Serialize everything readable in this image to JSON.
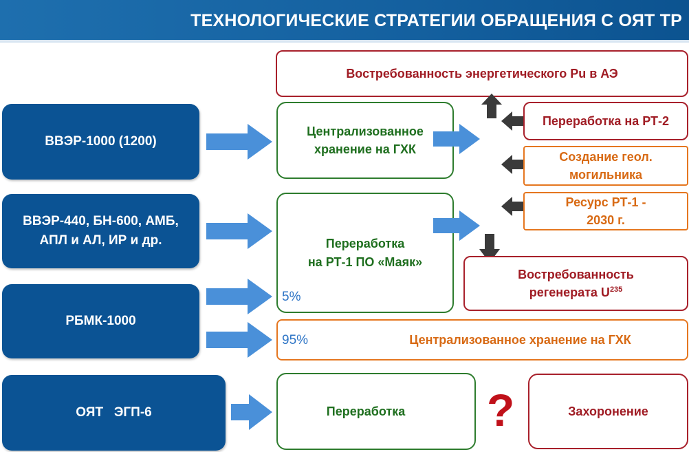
{
  "title": "ТЕХНОЛОГИЧЕСКИЕ СТРАТЕГИИ ОБРАЩЕНИЯ С ОЯТ ТР",
  "sources": [
    {
      "lines": [
        "ВВЭР-1000 (1200)"
      ]
    },
    {
      "lines": [
        "ВВЭР-440, БН-600, АМБ,",
        "АПЛ и АЛ, ИР и др."
      ]
    },
    {
      "lines": [
        "РБМК-1000"
      ]
    },
    {
      "lines": [
        "ОЯТ   ЭГП-6"
      ]
    }
  ],
  "central_storage": {
    "lines": [
      "Централизованное",
      "хранение на ГХК"
    ]
  },
  "reprocessing_rt1": {
    "lines": [
      "Переработка",
      "на РТ-1 ПО «Маяк»"
    ]
  },
  "pu_demand": "Востребованность энергетического Pu в АЭ",
  "rt2": "Переработка на РТ-2",
  "geo_repository": {
    "lines": [
      "Создание геол.",
      "могильника"
    ]
  },
  "rt1_resource": {
    "lines": [
      "Ресурс РТ-1 -",
      "2030 г."
    ]
  },
  "regenerate": {
    "line1": "Востребованность",
    "line2": "регенерата U",
    "sup": "235"
  },
  "rbmk_storage": "Централизованное хранение на ГХК",
  "pct_5": "5%",
  "pct_95": "95%",
  "egp_processing": "Переработка",
  "question": "?",
  "burial": "Захоронение",
  "colors": {
    "title_bg": "#14609f",
    "source_bg": "#0b5394",
    "green": "#2d7c2d",
    "red": "#a8202b",
    "orange": "#e5761f",
    "blue_arrow": "#4a90d9",
    "dark_arrow": "#3a3a3a"
  }
}
